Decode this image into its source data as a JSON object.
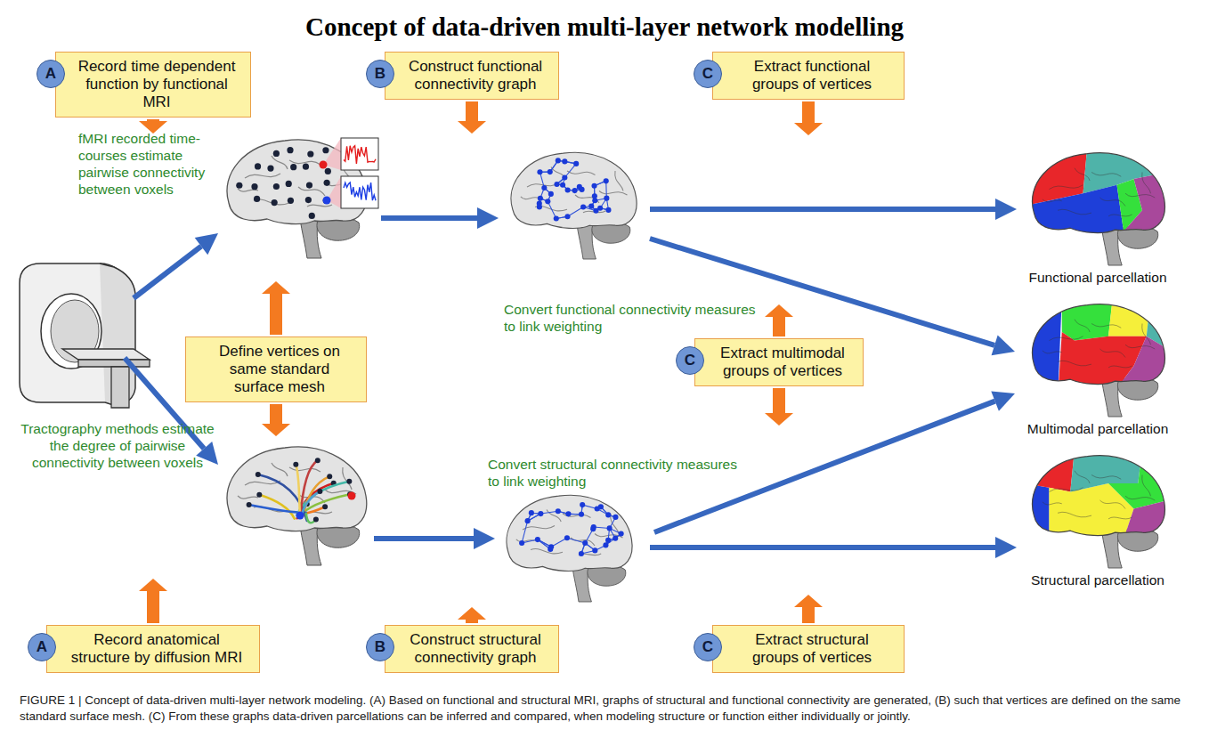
{
  "diagram": {
    "title": "Concept of data-driven multi-layer network modelling",
    "caption": "FIGURE 1 | Concept of data-driven multi-layer network modeling. (A) Based on functional and structural MRI, graphs of structural and functional connectivity are generated, (B) such that vertices are defined on the same standard surface mesh. (C) From these graphs data-driven parcellations can be inferred and compared, when modeling structure or function either individually or jointly.",
    "nodes": [
      {
        "text": [
          "Record time dependent function by functional MRI"
        ]
      },
      {
        "text": [
          "A"
        ],
        "in": 0
      },
      {
        "text": [
          "Construct functional connectivity graph"
        ]
      },
      {
        "text": [
          "B"
        ],
        "in": 2
      },
      {
        "text": [
          "Extract functional groups of vertices"
        ]
      },
      {
        "text": [
          "C"
        ],
        "in": 4
      },
      {
        "text": [
          "Define vertices on same standard surface mesh"
        ]
      },
      {
        "text": [
          "Extract multimodal groups of vertices"
        ]
      },
      {
        "text": [
          "C"
        ],
        "in": 7
      },
      {
        "text": [
          "Record anatomical structure by diffusion MRI"
        ]
      },
      {
        "text": [
          "A"
        ],
        "in": 9
      },
      {
        "text": [
          "Construct structural connectivity graph"
        ]
      },
      {
        "text": [
          "B"
        ],
        "in": 11
      },
      {
        "text": [
          "Extract structural groups of vertices"
        ]
      },
      {
        "text": [
          "C"
        ],
        "in": 13
      }
    ],
    "labels": [
      "fMRI recorded time-courses estimate pairwise connectivity between voxels",
      "Convert functional connectivity measures to link weighting",
      "Functional parcellation",
      "Tractography methods estimate the degree of pairwise connectivity between voxels",
      "Convert structural connectivity measures to link weighting",
      "Multimodal parcellation",
      "Structural parcellation"
    ]
  }
}
